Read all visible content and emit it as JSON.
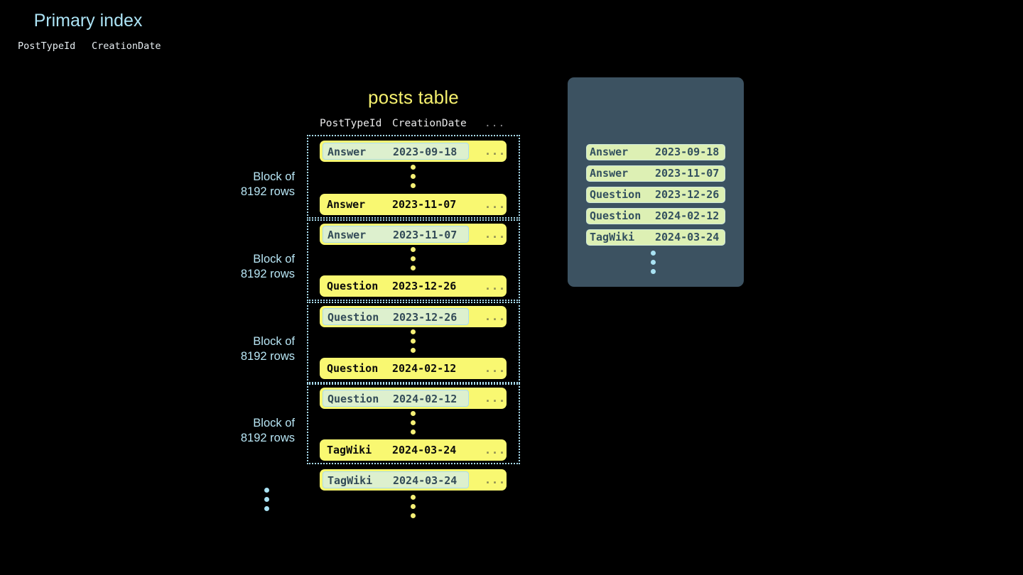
{
  "posts_table": {
    "title": "posts table",
    "columns": {
      "post_type_id": "PostTypeId",
      "creation_date": "CreationDate",
      "more": "..."
    },
    "block_label_line1": "Block of",
    "block_label_line2": "8192 rows",
    "blocks": [
      {
        "label_line1": "Block of",
        "label_line2": "8192 rows",
        "first_row": {
          "post_type_id": "Answer",
          "creation_date": "2023-09-18",
          "more": "...",
          "highlighted": true
        },
        "last_row": {
          "post_type_id": "Answer",
          "creation_date": "2023-11-07",
          "more": "...",
          "highlighted": false
        }
      },
      {
        "label_line1": "Block of",
        "label_line2": "8192 rows",
        "first_row": {
          "post_type_id": "Answer",
          "creation_date": "2023-11-07",
          "more": "...",
          "highlighted": true
        },
        "last_row": {
          "post_type_id": "Question",
          "creation_date": "2023-12-26",
          "more": "...",
          "highlighted": false
        }
      },
      {
        "label_line1": "Block of",
        "label_line2": "8192 rows",
        "first_row": {
          "post_type_id": "Question",
          "creation_date": "2023-12-26",
          "more": "...",
          "highlighted": true
        },
        "last_row": {
          "post_type_id": "Question",
          "creation_date": "2024-02-12",
          "more": "...",
          "highlighted": false
        }
      },
      {
        "label_line1": "Block of",
        "label_line2": "8192 rows",
        "first_row": {
          "post_type_id": "Question",
          "creation_date": "2024-02-12",
          "more": "...",
          "highlighted": true
        },
        "last_row": {
          "post_type_id": "TagWiki",
          "creation_date": "2024-03-24",
          "more": "...",
          "highlighted": false
        }
      }
    ],
    "trailing_row": {
      "post_type_id": "TagWiki",
      "creation_date": "2024-03-24",
      "more": "...",
      "highlighted": true
    }
  },
  "primary_index": {
    "title": "Primary index",
    "columns": {
      "post_type_id": "PostTypeId",
      "creation_date": "CreationDate"
    },
    "rows": [
      {
        "post_type_id": "Answer",
        "creation_date": "2023-09-18"
      },
      {
        "post_type_id": "Answer",
        "creation_date": "2023-11-07"
      },
      {
        "post_type_id": "Question",
        "creation_date": "2023-12-26"
      },
      {
        "post_type_id": "Question",
        "creation_date": "2024-02-12"
      },
      {
        "post_type_id": "TagWiki",
        "creation_date": "2024-03-24"
      }
    ]
  },
  "colors": {
    "background": "#000000",
    "row_yellow": "#f9f871",
    "row_highlight_fill": "#ddf0ce",
    "highlight_border": "#a9dcef",
    "block_outline": "#a9dcef",
    "label_blue": "#b8e6f5",
    "title_yellow": "#f5f06e",
    "panel_bg": "#3c5261",
    "panel_title": "#ace3f5",
    "index_row_fill": "#ddf0b4",
    "dot_yellow": "#f4ef76",
    "dot_blue": "#a9e2f3"
  }
}
